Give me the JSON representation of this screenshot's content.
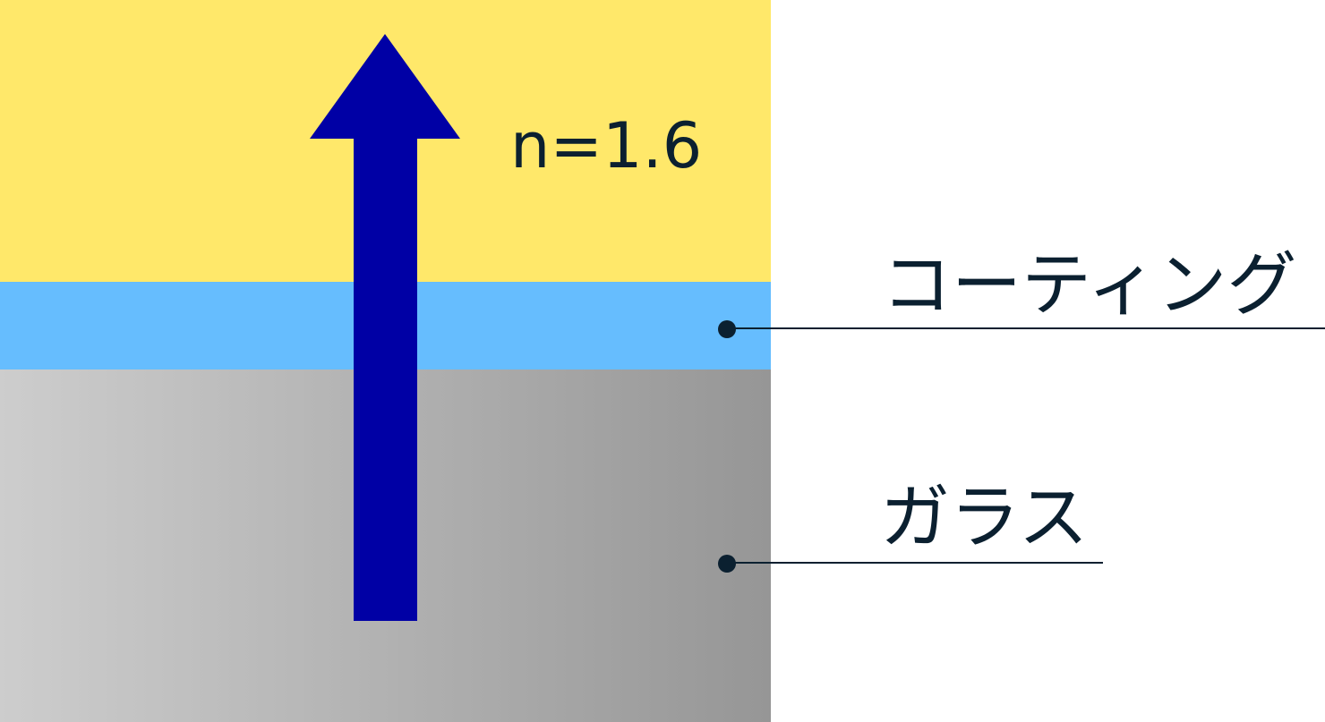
{
  "diagram": {
    "layers": [
      {
        "id": "air",
        "color": "#ffe86a"
      },
      {
        "id": "coating",
        "color": "#66bdfe"
      },
      {
        "id": "glass",
        "color_gradient": [
          "#cdcdcd",
          "#969696"
        ]
      }
    ],
    "arrow": {
      "color": "#0000a5",
      "direction": "up"
    },
    "refractive_index_label": "n=1.6",
    "callouts": {
      "coating": "コーティング",
      "glass": "ガラス"
    }
  }
}
